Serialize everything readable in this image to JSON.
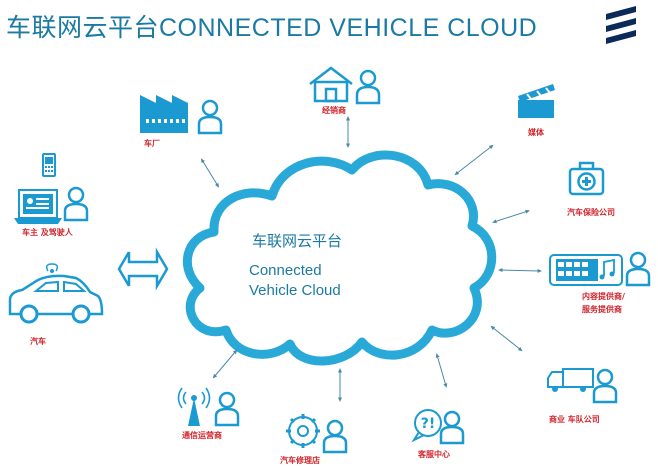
{
  "header": {
    "title": "车联网云平台CONNECTED VEHICLE CLOUD"
  },
  "cloud": {
    "title_cn": "车联网云平台",
    "title_en_line1": "Connected",
    "title_en_line2": "Vehicle Cloud"
  },
  "nodes": {
    "dealer": "经销商",
    "factory": "车厂",
    "media": "媒体",
    "insurance": "汽车保险公司",
    "owner": "车主 及驾驶人",
    "content_line1": "内容提供商/",
    "content_line2": "服务提供商",
    "car": "汽车",
    "fleet": "商业 车队公司",
    "telecom": "通信运营商",
    "repair": "汽车修理店",
    "service": "客服中心"
  },
  "colors": {
    "cloud_stroke": "#29a9d8",
    "icon_blue": "#1b9ad2",
    "label_red": "#d0262e",
    "title_blue": "#1b7aa3",
    "arrow": "#4a88a8"
  }
}
